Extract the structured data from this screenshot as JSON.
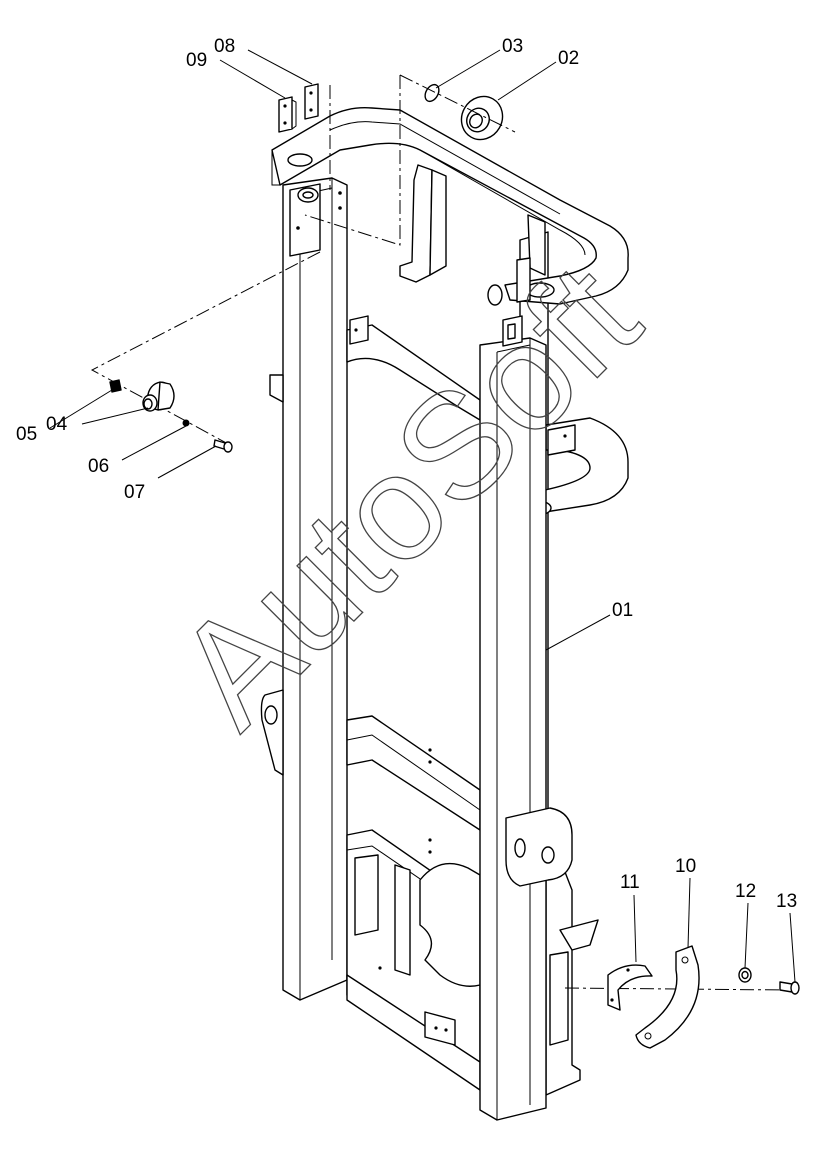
{
  "watermark": "AutoSoft",
  "callouts": [
    {
      "id": "01",
      "label": "01"
    },
    {
      "id": "02",
      "label": "02"
    },
    {
      "id": "03",
      "label": "03"
    },
    {
      "id": "04",
      "label": "04"
    },
    {
      "id": "05",
      "label": "05"
    },
    {
      "id": "06",
      "label": "06"
    },
    {
      "id": "07",
      "label": "07"
    },
    {
      "id": "08",
      "label": "08"
    },
    {
      "id": "09",
      "label": "09"
    },
    {
      "id": "10",
      "label": "10"
    },
    {
      "id": "11",
      "label": "11"
    },
    {
      "id": "12",
      "label": "12"
    },
    {
      "id": "13",
      "label": "13"
    }
  ]
}
